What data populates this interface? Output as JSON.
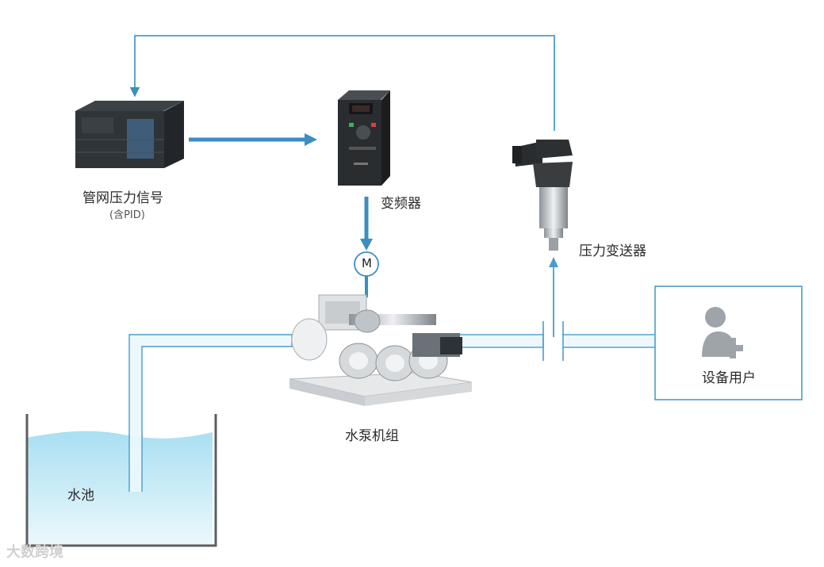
{
  "labels": {
    "plc": "管网压力信号",
    "plc_sub": "(含PID)",
    "vfd": "变频器",
    "motor": "M",
    "transmitter": "压力变送器",
    "user": "设备用户",
    "pump": "水泵机组",
    "tank": "水池"
  },
  "watermark": "大数跨境",
  "icons": [
    "plc-device",
    "inverter-device",
    "pressure-transmitter",
    "pump-unit",
    "user-add-icon",
    "water-tank",
    "motor-symbol"
  ],
  "colors": {
    "accent": "#3a8fc0",
    "line": "#4a9ccc",
    "water": "#cfeef8",
    "pipe": "#e8f6fb"
  }
}
